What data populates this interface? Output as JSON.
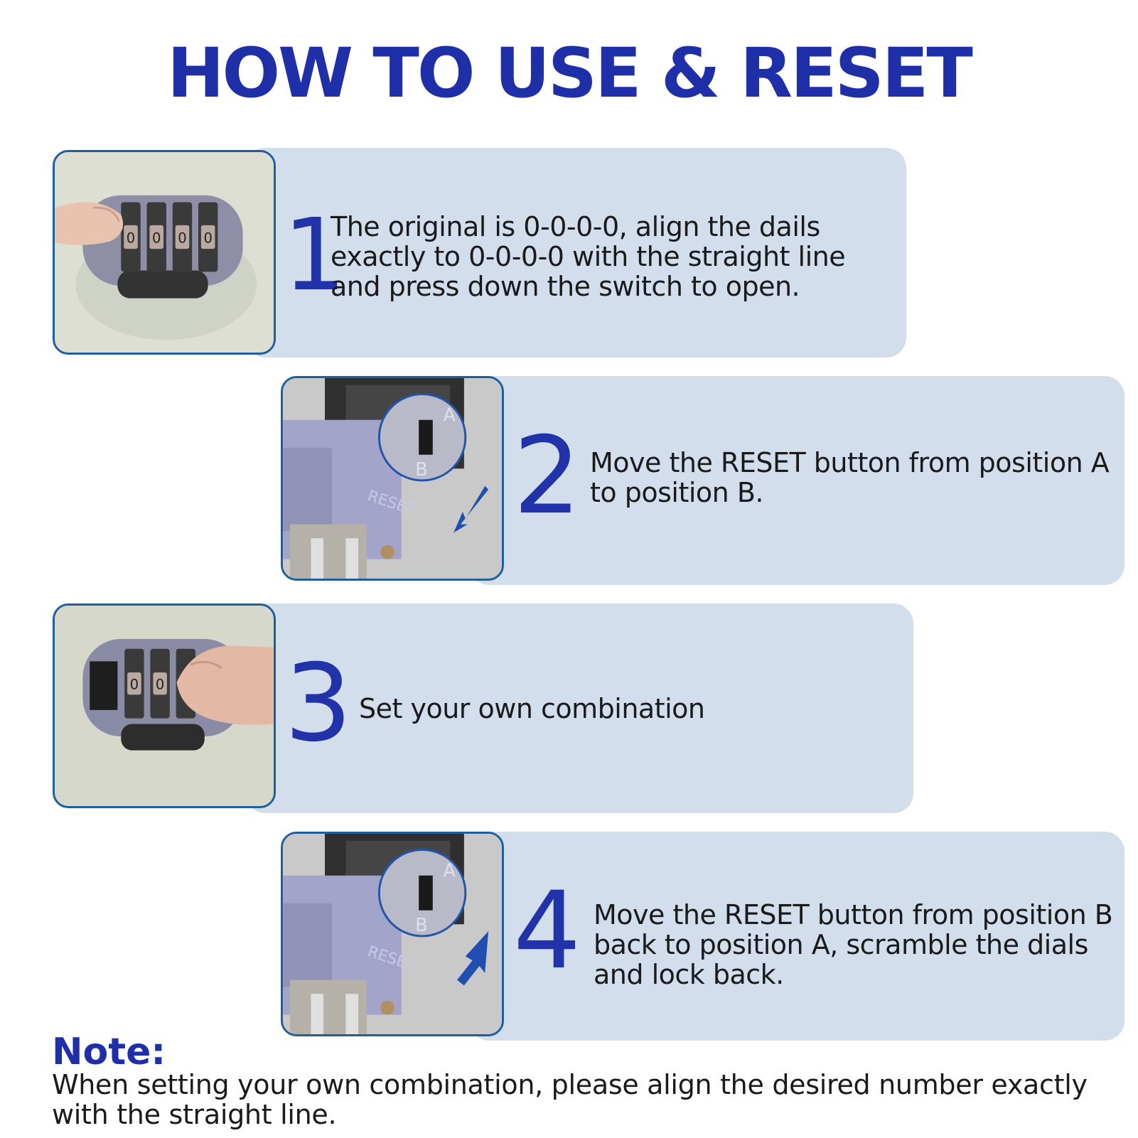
{
  "header": {
    "title": "HOW TO USE & RESET"
  },
  "steps": [
    {
      "number": "1",
      "text": "The original is 0-0-0-0, align the dails exactly to 0-0-0-0 with the straight line and press down the switch to open."
    },
    {
      "number": "2",
      "text": "Move the RESET button from position A to position B."
    },
    {
      "number": "3",
      "text": "Set your own combination"
    },
    {
      "number": "4",
      "text": "Move the RESET button from position B back to position A, scramble the dials and lock back."
    }
  ],
  "photos": {
    "dial_label": "0",
    "reset_label": "RESET",
    "label_a": "A",
    "label_b": "B"
  },
  "note": {
    "title": "Note:",
    "text": "When setting your own combination, please align the desired number exactly with the straight line."
  },
  "colors": {
    "accent": "#1f2fa8",
    "panel": "#d3deed",
    "photo_border": "#1f5f9d"
  }
}
